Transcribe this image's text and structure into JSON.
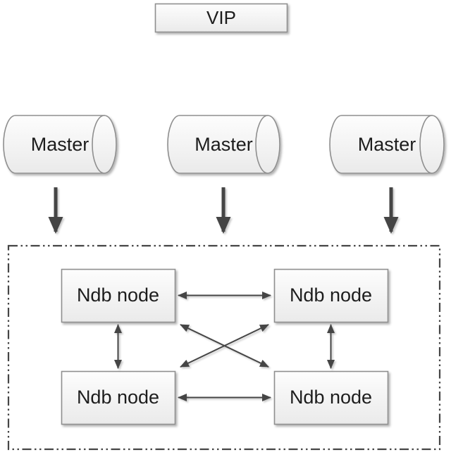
{
  "diagram": {
    "vip": {
      "label": "VIP"
    },
    "masters": [
      {
        "label": "Master"
      },
      {
        "label": "Master"
      },
      {
        "label": "Master"
      }
    ],
    "cluster": {
      "border_style": "dash-dot-dot",
      "nodes": [
        {
          "label": "Ndb node"
        },
        {
          "label": "Ndb node"
        },
        {
          "label": "Ndb node"
        },
        {
          "label": "Ndb node"
        }
      ]
    },
    "edges": [
      {
        "from": "vip",
        "to": "master-2",
        "style": "single-arrow"
      },
      {
        "from": "master-1",
        "to": "ndb-cluster",
        "style": "bold-arrow"
      },
      {
        "from": "master-2",
        "to": "ndb-cluster",
        "style": "bold-arrow"
      },
      {
        "from": "master-3",
        "to": "ndb-cluster",
        "style": "bold-arrow"
      },
      {
        "from": "ndb-1",
        "to": "ndb-2",
        "style": "double-arrow"
      },
      {
        "from": "ndb-1",
        "to": "ndb-3",
        "style": "double-arrow"
      },
      {
        "from": "ndb-1",
        "to": "ndb-4",
        "style": "double-arrow"
      },
      {
        "from": "ndb-2",
        "to": "ndb-3",
        "style": "double-arrow"
      },
      {
        "from": "ndb-2",
        "to": "ndb-4",
        "style": "double-arrow"
      },
      {
        "from": "ndb-3",
        "to": "ndb-4",
        "style": "double-arrow"
      }
    ],
    "colors": {
      "background": "#ffffff",
      "shape_fill_top": "#fdfdfd",
      "shape_fill_bottom": "#eaeaea",
      "shape_border": "#8f8f8f",
      "arrow": "#454545",
      "cluster_border": "#454545",
      "text": "#1d1d1d"
    }
  }
}
